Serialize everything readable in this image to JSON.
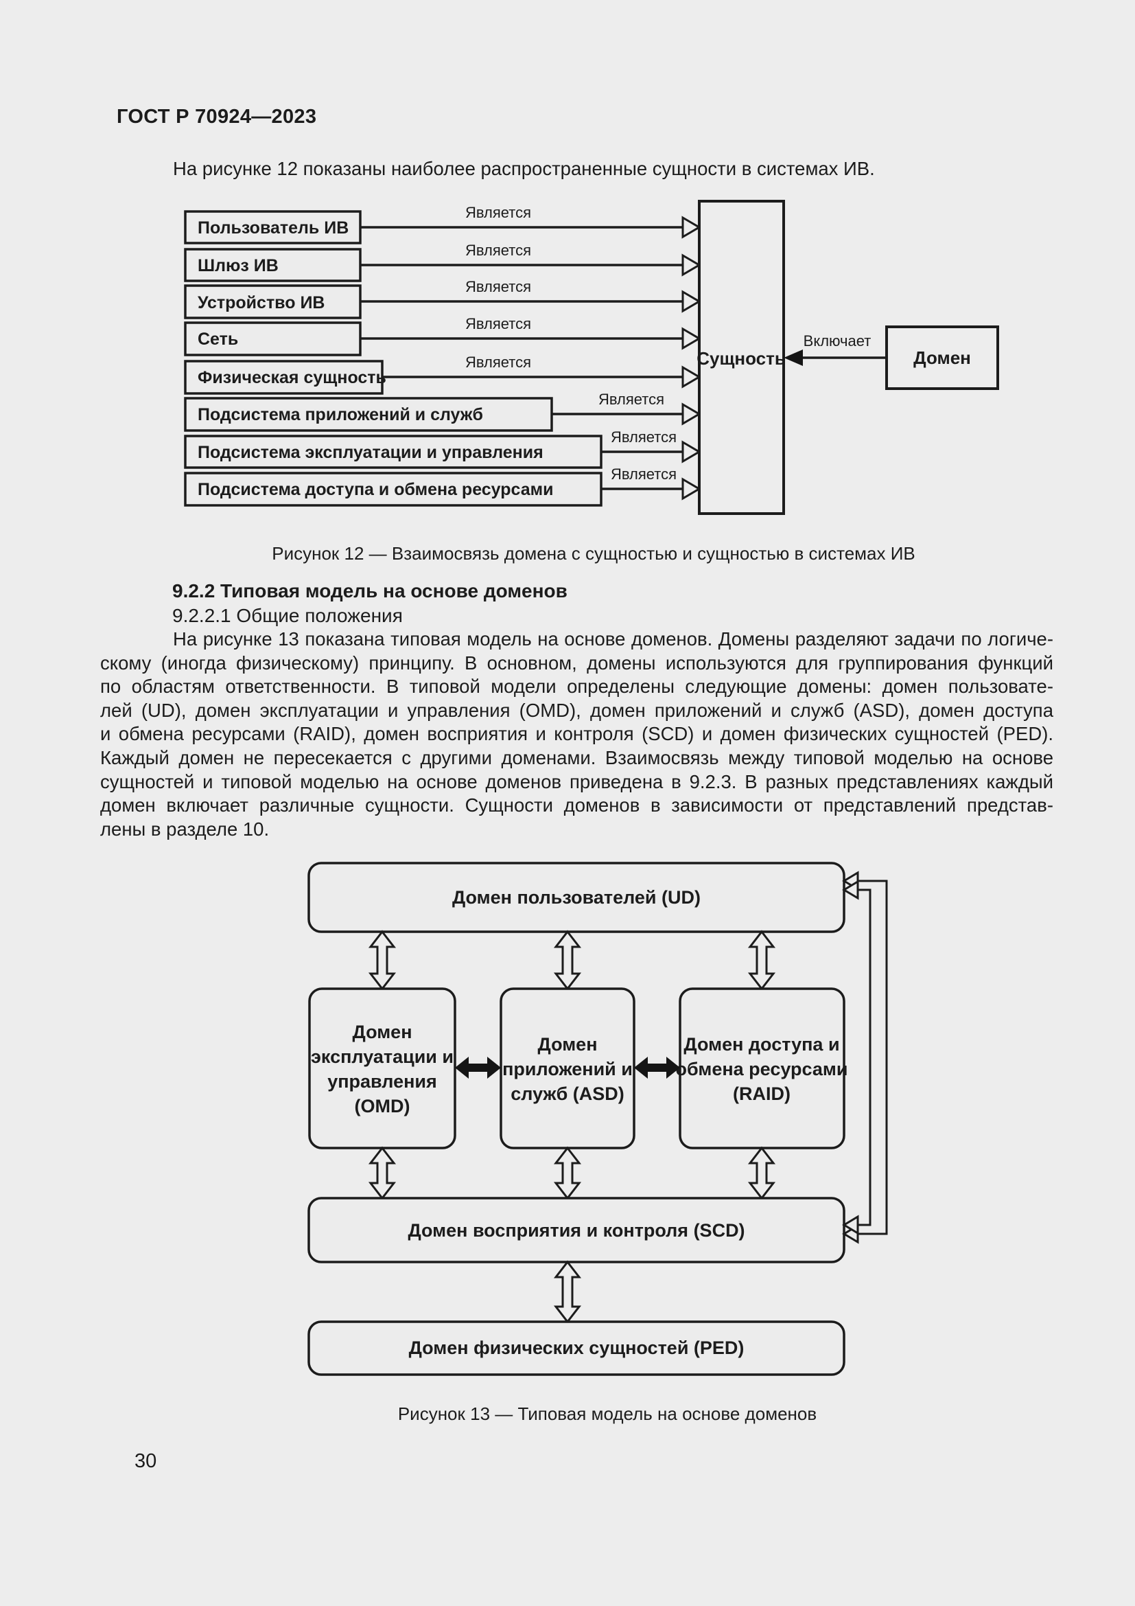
{
  "page": {
    "header": "ГОСТ Р 70924—2023",
    "page_number": "30"
  },
  "colors": {
    "page_background": "#ededed",
    "ink": "#1c1c1c"
  },
  "intro": "На рисунке 12 показаны наиболее распространенные сущности в системах ИВ.",
  "figure12": {
    "caption": "Рисунок 12 — Взаимосвязь домена с сущностью и сущностью в системах ИВ",
    "relation_label": "Является",
    "includes_label": "Включает",
    "entity_label": "Сущность",
    "domain_label": "Домен",
    "entities": [
      "Пользователь ИВ",
      "Шлюз ИВ",
      "Устройство ИВ",
      "Сеть",
      "Физическая сущность",
      "Подсистема приложений и служб",
      "Подсистема эксплуатации и управления",
      "Подсистема доступа и обмена ресурсами"
    ]
  },
  "section": {
    "heading": "9.2.2 Типовая модель на основе доменов",
    "subheading": "9.2.2.1 Общие положения",
    "lines": [
      "На рисунке 13 показана типовая модель на основе доменов. Домены разделяют задачи по логиче-",
      "скому (иногда физическому) принципу. В основном, домены используются для группирования функций",
      "по областям ответственности. В типовой модели определены следующие домены: домен пользовате-",
      "лей (UD), домен эксплуатации и управления (OMD), домен приложений и служб (ASD), домен доступа",
      "и обмена ресурсами (RAID), домен восприятия и контроля (SCD) и домен физических сущностей (PED).",
      "Каждый домен не пересекается с другими доменами. Взаимосвязь между типовой моделью на основе",
      "сущностей и типовой моделью на основе доменов приведена в 9.2.3. В разных представлениях каждый",
      "домен включает различные сущности. Сущности доменов в зависимости от представлений представ-",
      "лены в разделе 10."
    ]
  },
  "figure13": {
    "caption": "Рисунок 13 — Типовая модель на основе доменов",
    "ud_label": "Домен пользователей (UD)",
    "omd_lines": [
      "Домен",
      "эксплуатации и",
      "управления",
      "(OMD)"
    ],
    "asd_lines": [
      "Домен",
      "приложений и",
      "служб (ASD)"
    ],
    "raid_lines": [
      "Домен доступа и",
      "обмена ресурсами",
      "(RAID)"
    ],
    "scd_label": "Домен восприятия и контроля (SCD)",
    "ped_label": "Домен физических сущностей (PED)"
  }
}
